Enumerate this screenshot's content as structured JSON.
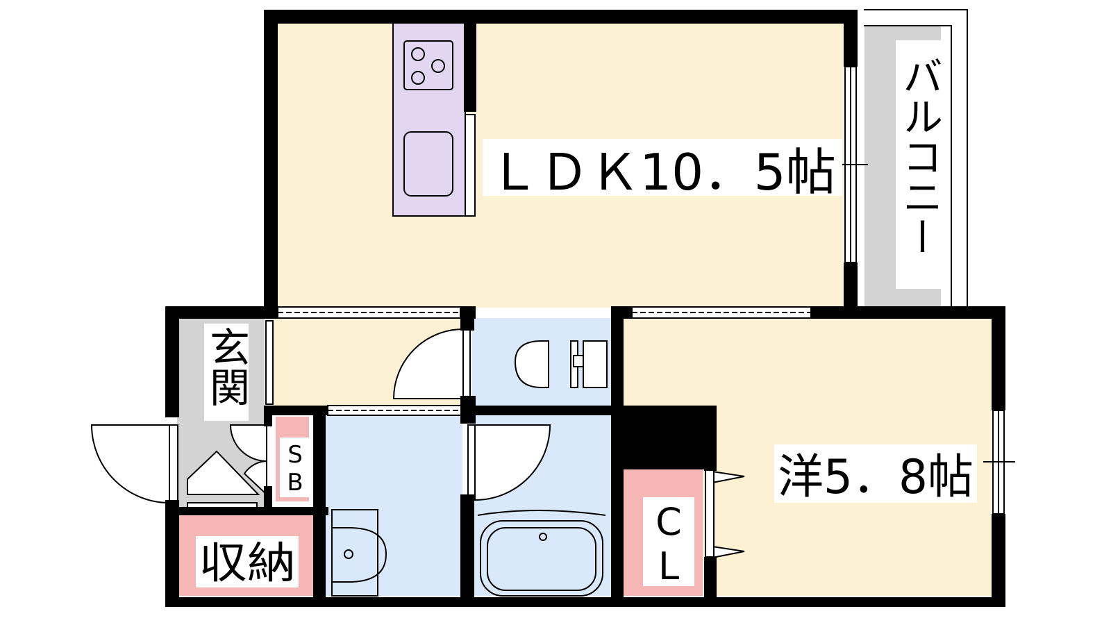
{
  "rooms": {
    "ldk": "ＬＤＫ10．5帖",
    "western": "洋5．8帖",
    "balcony": "バルコニー",
    "entrance": "玄関",
    "sb": [
      "S",
      "B"
    ],
    "storage": "収納",
    "cl": [
      "C",
      "L"
    ]
  },
  "colors": {
    "wall": "#000000",
    "floor": "#fdf1d3",
    "wet_area": "#d9e9fb",
    "entrance": "#d3d3d3",
    "balcony": "#d3d3d3",
    "storage": "#f5b7b5",
    "kitchen": "#e3d6f1"
  }
}
